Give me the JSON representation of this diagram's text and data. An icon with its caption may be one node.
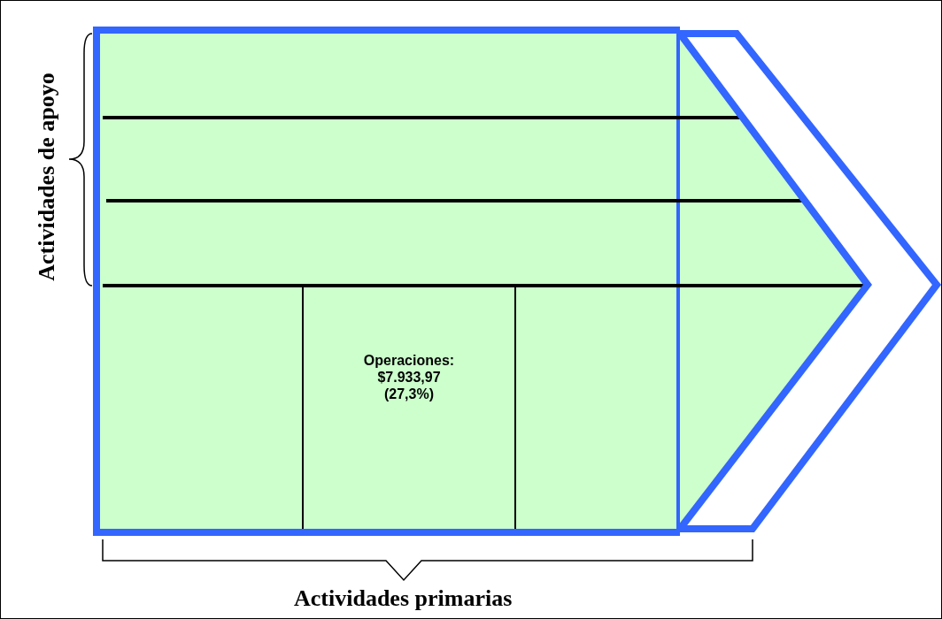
{
  "diagram": {
    "nodes": [
      {
        "text": [],
        "shape": "bar"
      },
      {
        "text": [],
        "shape": "bar"
      },
      {
        "text": [],
        "shape": "bar"
      },
      {
        "text": [],
        "shape": "box"
      },
      {
        "text": [
          "Operaciones: $7.933,97 (27,3%)"
        ]
      },
      {
        "text": [],
        "shape": "box"
      },
      {
        "text": [],
        "shape": "chevron"
      }
    ],
    "edges": [],
    "labels": [
      "Actividades de apoyo",
      "Actividades primarias"
    ]
  }
}
